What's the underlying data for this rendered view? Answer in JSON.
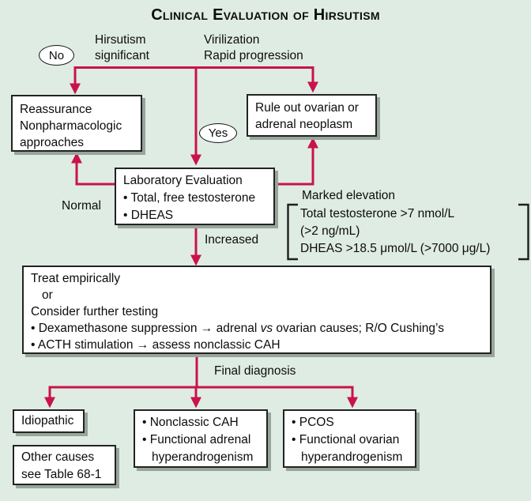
{
  "title": "Clinical Evaluation of Hirsutism",
  "colors": {
    "background": "#dfece4",
    "arrow": "#c9134a",
    "box_fill": "#ffffff",
    "box_border": "#232323",
    "box_shadow": "#97a59b",
    "text": "#0c0c0c"
  },
  "decision_labels": {
    "no": "No",
    "yes": "Yes"
  },
  "branch_labels": {
    "left": {
      "line1": "Hirsutism",
      "line2": "significant"
    },
    "right": {
      "line1": "Virilization",
      "line2": "Rapid progression"
    }
  },
  "path_labels": {
    "normal": "Normal",
    "increased": "Increased",
    "marked_elevation": "Marked elevation",
    "final_diagnosis": "Final diagnosis"
  },
  "boxes": {
    "reassurance": {
      "lines": [
        "Reassurance",
        "Nonpharmacologic",
        "approaches"
      ]
    },
    "rule_out": {
      "lines": [
        "Rule out ovarian or",
        "adrenal neoplasm"
      ]
    },
    "laboratory": {
      "lines": [
        "Laboratory Evaluation",
        "• Total, free testosterone",
        "• DHEAS"
      ]
    },
    "treat": {
      "line1": "Treat empirically",
      "line2": "or",
      "line3": "Consider further testing",
      "line4_pre": "• Dexamethasone suppression → adrenal ",
      "line4_italic": "vs",
      "line4_post": " ovarian causes; R/O Cushing’s",
      "line5": "• ACTH stimulation → assess nonclassic CAH"
    },
    "idiopathic": {
      "lines": [
        "Idiopathic"
      ]
    },
    "other_causes": {
      "lines": [
        "Other causes",
        "see Table 68-1"
      ]
    },
    "nonclassic": {
      "lines": [
        "• Nonclassic CAH",
        "• Functional adrenal",
        "hyperandrogenism"
      ]
    },
    "pcos": {
      "lines": [
        "• PCOS",
        "• Functional ovarian",
        "hyperandrogenism"
      ]
    }
  },
  "criteria": {
    "lines": [
      "Total testosterone >7 nmol/L",
      "(>2 ng/mL)",
      "DHEAS >18.5 μmol/L (>7000 μg/L)"
    ]
  }
}
